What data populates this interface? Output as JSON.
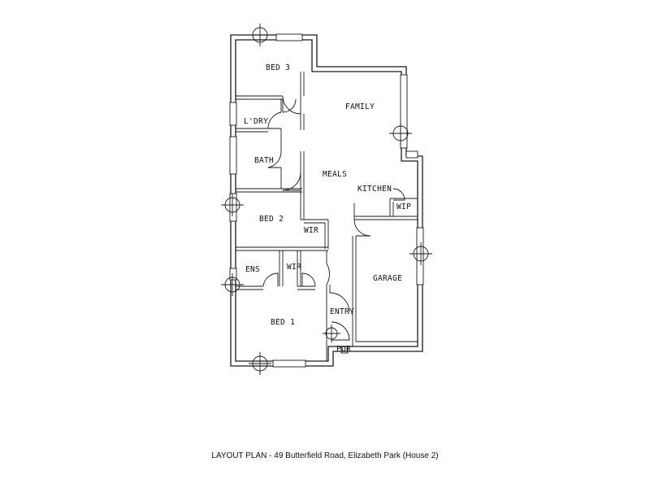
{
  "rooms": {
    "bed3": "BED 3",
    "family": "FAMILY",
    "laundry": "L'DRY",
    "bath": "BATH",
    "meals": "MEALS",
    "kitchen": "KITCHEN",
    "wip": "WIP",
    "bed2": "BED 2",
    "wir_bed2": "WIR",
    "ens": "ENS",
    "wir_bed1": "WIR",
    "garage": "GARAGE",
    "entry": "ENTRY",
    "bed1": "BED 1",
    "porch": "POR"
  },
  "caption": "LAYOUT PLAN - 49 Butterfield Road, Elizabeth Park (House 2)"
}
